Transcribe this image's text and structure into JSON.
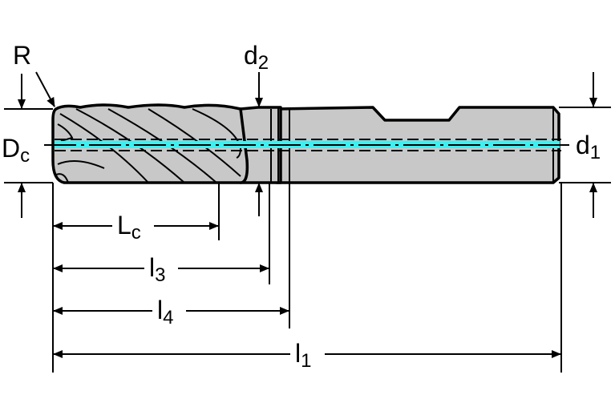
{
  "title": "End mill dimension drawing",
  "colors": {
    "body": "#c8c8c8",
    "coolant": "#3ef0f0",
    "line": "#000000"
  },
  "labels": {
    "R": {
      "main": "R"
    },
    "Dc": {
      "main": "D",
      "sub": "c"
    },
    "d2": {
      "main": "d",
      "sub": "2"
    },
    "d1": {
      "main": "d",
      "sub": "1"
    },
    "Lc": {
      "main": "L",
      "sub": "c"
    },
    "l3": {
      "main": "l",
      "sub": "3"
    },
    "l4": {
      "main": "l",
      "sub": "4"
    },
    "l1": {
      "main": "l",
      "sub": "1"
    }
  }
}
